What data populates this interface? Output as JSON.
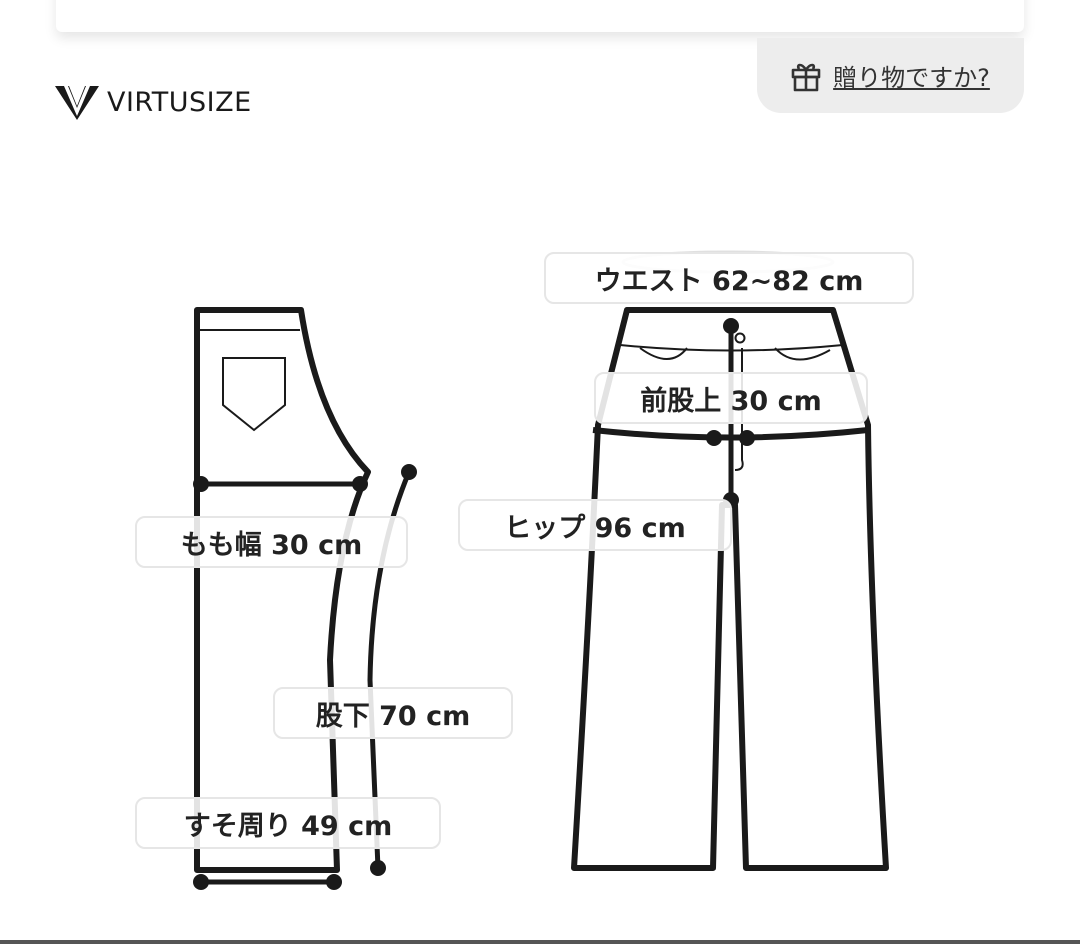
{
  "brand": {
    "name": "VIRTUSIZE",
    "logo_icon": "virtusize-v-logo"
  },
  "gift": {
    "icon": "gift-icon",
    "label": "贈り物ですか?"
  },
  "measurements": {
    "waist": "ウエスト 62~82 cm",
    "front_rise": "前股上 30 cm",
    "hip": "ヒップ 96 cm",
    "thigh": "もも幅 30 cm",
    "inseam": "股下 70 cm",
    "hem": "すそ周り 49 cm"
  },
  "colors": {
    "outline": "#1a1a1a",
    "label_border": "#e6e6e6",
    "gift_tab_bg": "#ededed"
  }
}
